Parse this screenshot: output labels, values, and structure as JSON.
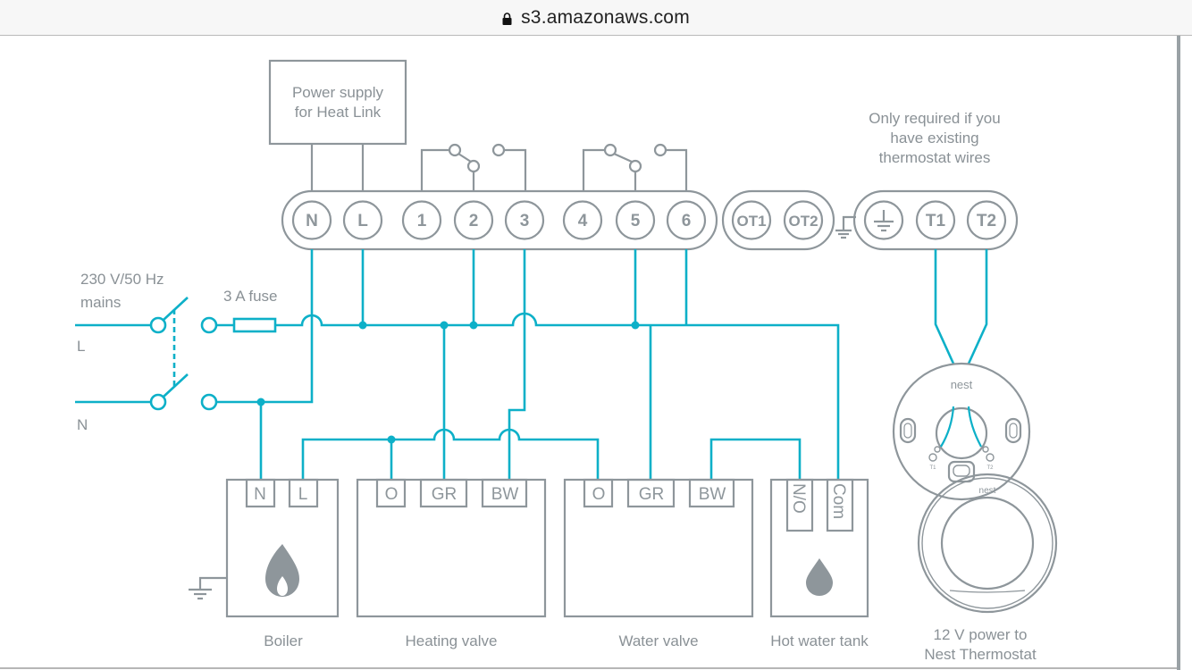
{
  "browser": {
    "url": "s3.amazonaws.com",
    "lock_icon": "lock-icon"
  },
  "colors": {
    "wire": "#0db0c8",
    "outline": "#8e969b",
    "text": "#8a9196",
    "icon_fill": "#8e969b"
  },
  "heat_link": {
    "power_supply_label_line1": "Power supply",
    "power_supply_label_line2": "for Heat Link",
    "terminals_main": [
      "N",
      "L",
      "1",
      "2",
      "3",
      "4",
      "5",
      "6"
    ],
    "terminals_opentherm": [
      "OT1",
      "OT2"
    ],
    "terminals_thermostat": [
      "earth",
      "T1",
      "T2"
    ],
    "thermostat_note_line1": "Only required if you",
    "thermostat_note_line2": "have existing",
    "thermostat_note_line3": "thermostat wires"
  },
  "mains": {
    "label_line1": "230 V/50 Hz",
    "label_line2": "mains",
    "live_label": "L",
    "neutral_label": "N",
    "fuse_label": "3 A fuse"
  },
  "devices": {
    "boiler": {
      "label": "Boiler",
      "terminals": [
        "N",
        "L"
      ],
      "icon": "flame-icon"
    },
    "heating_valve": {
      "label": "Heating valve",
      "terminals": [
        "O",
        "GR",
        "BW"
      ]
    },
    "water_valve": {
      "label": "Water valve",
      "terminals": [
        "O",
        "GR",
        "BW"
      ]
    },
    "hot_water_tank": {
      "label": "Hot water tank",
      "terminals": [
        "N/O",
        "Com"
      ],
      "icon": "water-drop-icon"
    },
    "nest_thermostat": {
      "label_line1": "12 V power to",
      "label_line2": "Nest Thermostat",
      "base_brand": "nest",
      "display_brand": "nest",
      "base_terminal_1": "T1",
      "base_terminal_2": "T2"
    }
  }
}
